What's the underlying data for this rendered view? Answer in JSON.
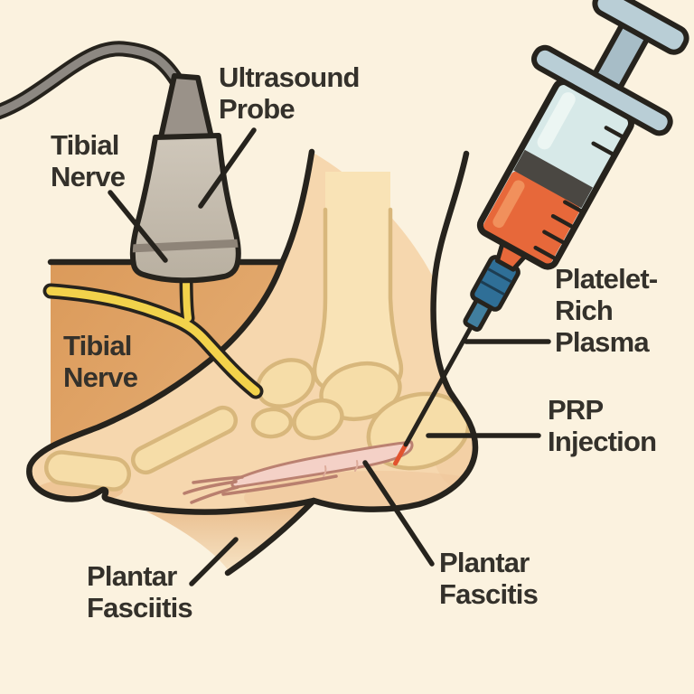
{
  "labels": {
    "ultrasound_probe": {
      "lines": [
        "Ultrasound",
        "Probe"
      ]
    },
    "tibial_nerve_top": {
      "lines": [
        "Tibial",
        "Nerve"
      ]
    },
    "tibial_nerve_inner": {
      "lines": [
        "Tibial",
        "Nerve"
      ]
    },
    "platelet_rich_plasma": {
      "lines": [
        "Platelet-",
        "Rich",
        "Plasma"
      ]
    },
    "prp_injection": {
      "lines": [
        "PRP",
        "Injection"
      ]
    },
    "plantar_fasciitis": {
      "lines": [
        "Plantar",
        "Fasciitis"
      ]
    },
    "plantar_fascitis": {
      "lines": [
        "Plantar",
        "Fascitis"
      ]
    }
  },
  "illustration": {
    "subject": "Ultrasound-guided PRP injection for plantar fasciitis in a foot cross-section",
    "parts": [
      "ultrasound-probe",
      "probe-cable",
      "tibial-nerve",
      "skin-cross-section",
      "foot-bones",
      "plantar-fascia",
      "syringe",
      "needle",
      "injection-site",
      "heel"
    ],
    "colors": {
      "background": "#fbf2df",
      "outline": "#26231d",
      "text": "#34312b",
      "skin": "#f6d7ae",
      "skin_cutaway": "#dfa264",
      "bone": "#f6dda8",
      "bone_outline": "#d8b77c",
      "nerve_yellow": "#f2d24b",
      "fascia_pink": "#f4d1c7",
      "fascia_outline": "#bb8171",
      "probe_gray": "#c5bcae",
      "probe_band": "#8e8478",
      "cable_gray": "#8d8882",
      "syringe_blue": "#d7e9e8",
      "plasma_orange": "#e7683a",
      "hub_blue": "#2f6f97",
      "plunger_blue": "#b9ced6",
      "stopper_gray": "#4a4742",
      "needle_tip_red": "#e2532e"
    }
  }
}
